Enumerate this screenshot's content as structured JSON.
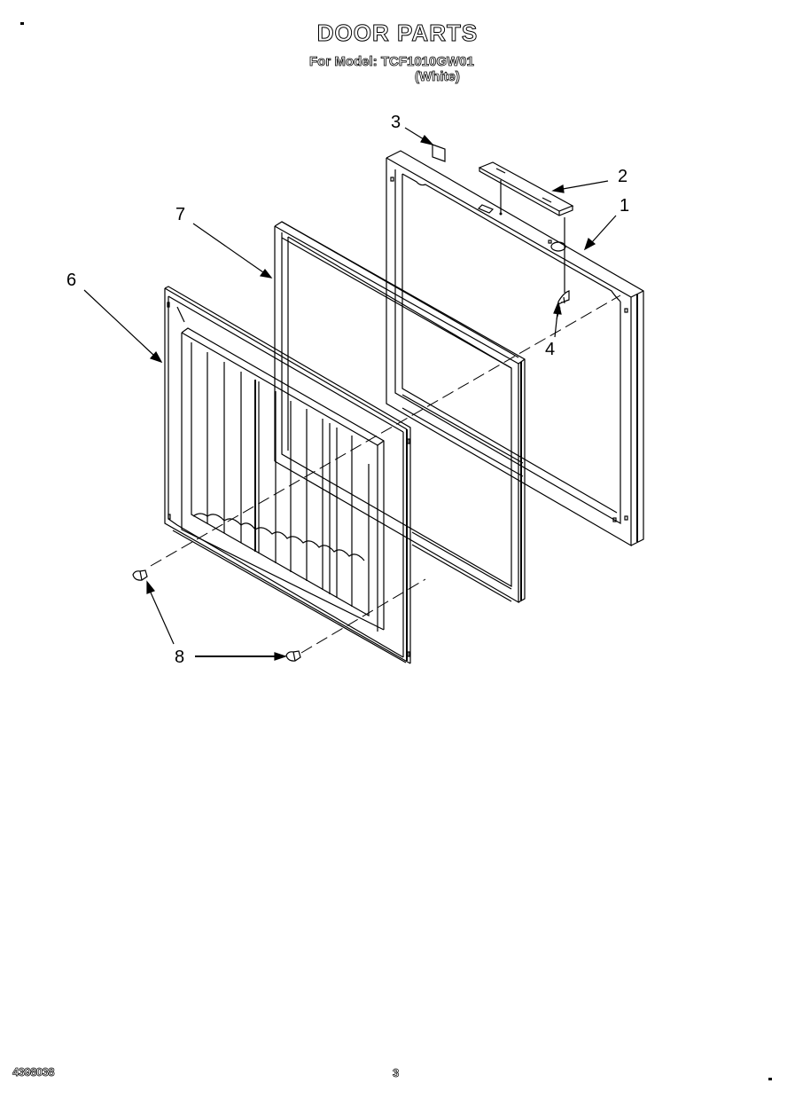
{
  "header": {
    "title": "DOOR PARTS",
    "model_line": "For Model: TCF1010GW01",
    "color_line": "(White)"
  },
  "callouts": [
    {
      "number": "1",
      "part": "door-outer-panel"
    },
    {
      "number": "2",
      "part": "door-handle"
    },
    {
      "number": "3",
      "part": "label"
    },
    {
      "number": "4",
      "part": "handle-clip"
    },
    {
      "number": "6",
      "part": "door-liner"
    },
    {
      "number": "7",
      "part": "door-gasket"
    },
    {
      "number": "8",
      "part": "liner-screw-plug"
    }
  ],
  "footer": {
    "document_number": "4398038",
    "page_number": "3"
  },
  "colors": {
    "ink": "#000000",
    "paper": "#ffffff"
  }
}
